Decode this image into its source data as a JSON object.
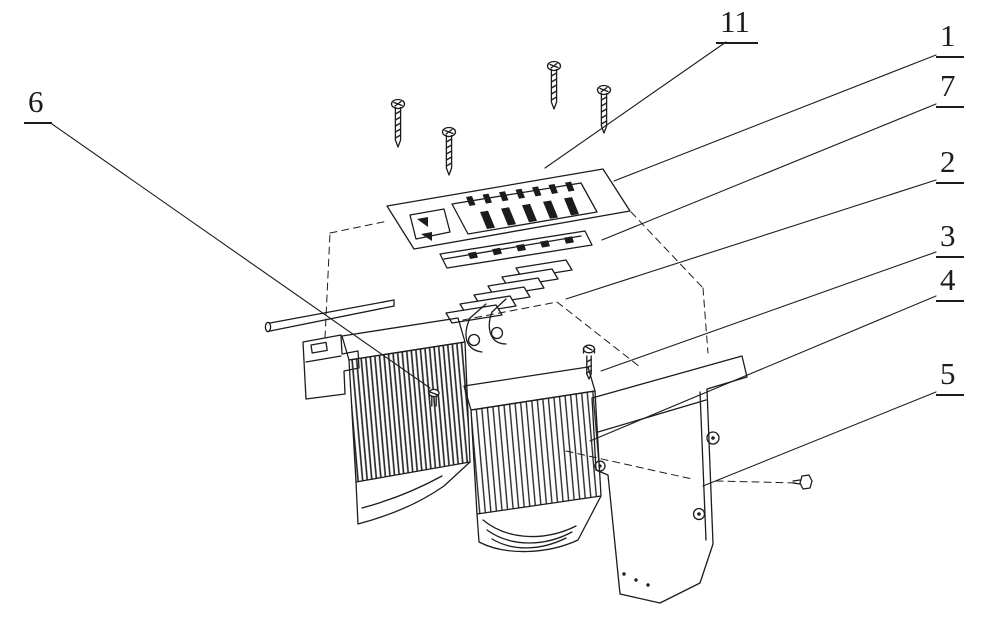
{
  "drawing": {
    "background_color": "#ffffff",
    "line_color": "#1c1c1c",
    "labels": [
      {
        "text": "11"
      },
      {
        "text": "1"
      },
      {
        "text": "7"
      },
      {
        "text": "2"
      },
      {
        "text": "3"
      },
      {
        "text": "4"
      },
      {
        "text": "5"
      },
      {
        "text": "6"
      }
    ]
  }
}
